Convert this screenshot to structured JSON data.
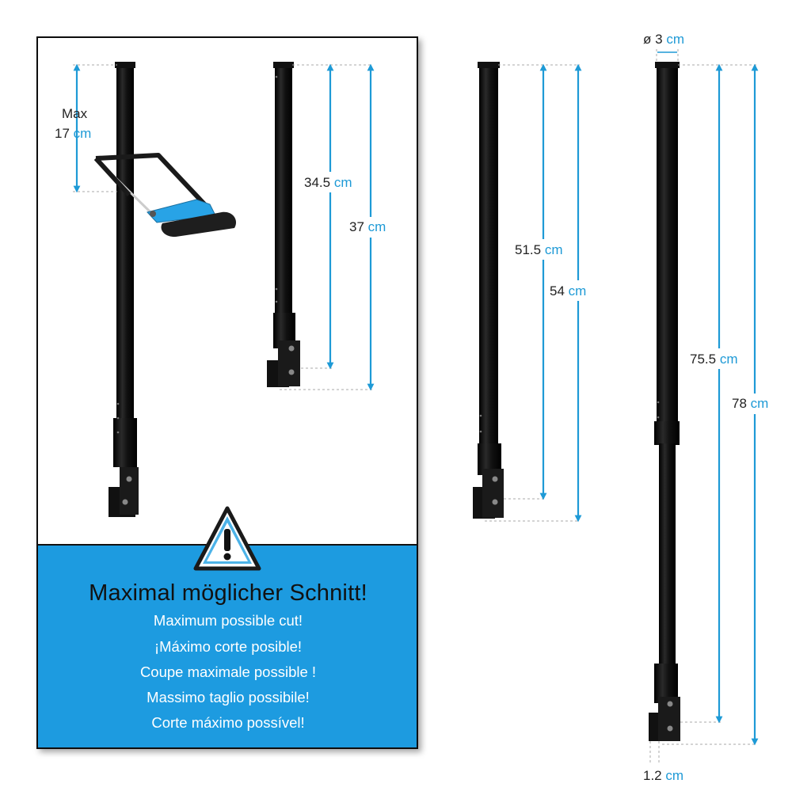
{
  "warning": {
    "icon": "warning-triangle-icon",
    "title": "Maximal möglicher Schnitt!",
    "lines": [
      "Maximum possible cut!",
      "¡Máximo corte posible!",
      "Coupe maximale possible !",
      "Massimo taglio possibile!",
      "Corte máximo possível!"
    ]
  },
  "tools": {
    "saw_icon": "hacksaw-icon"
  },
  "dimensions": {
    "max_cut": {
      "label": "Max",
      "value": "17",
      "unit": "cm"
    },
    "pole1_inner": {
      "value": "34.5",
      "unit": "cm"
    },
    "pole1_outer": {
      "value": "37",
      "unit": "cm"
    },
    "pole2_inner": {
      "value": "51.5",
      "unit": "cm"
    },
    "pole2_outer": {
      "value": "54",
      "unit": "cm"
    },
    "pole3_inner": {
      "value": "75.5",
      "unit": "cm"
    },
    "pole3_outer": {
      "value": "78",
      "unit": "cm"
    },
    "diameter": {
      "symbol": "ø",
      "value": "3",
      "unit": "cm"
    },
    "offset": {
      "value": "1.2",
      "unit": "cm"
    }
  },
  "colors": {
    "accent": "#1e9ad6",
    "banner": "#1d9be0",
    "pole": "#121212",
    "guide": "#aaaaaa",
    "text": "#222222"
  }
}
